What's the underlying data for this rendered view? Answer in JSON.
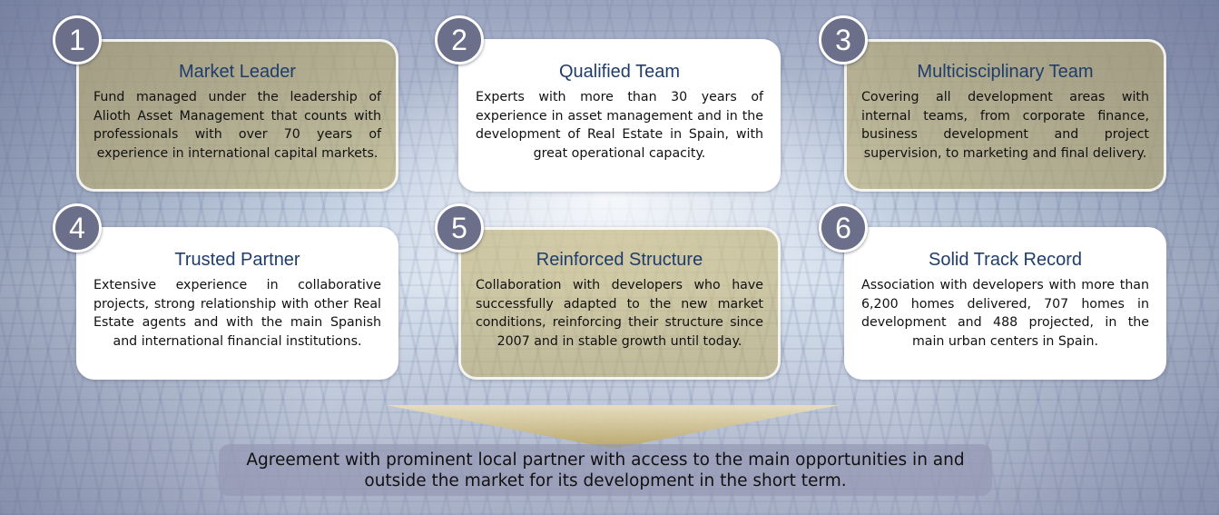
{
  "cards": [
    {
      "num": "1",
      "title": "Market Leader",
      "body": "Fund managed under the leadership of Alioth Asset Management that counts with professionals with over 70 years of experience in international capital markets."
    },
    {
      "num": "2",
      "title": "Qualified Team",
      "body": "Experts with more than 30 years of experience in asset management and in the development of Real Estate in Spain, with great operational capacity."
    },
    {
      "num": "3",
      "title": "Multicisciplinary Team",
      "body": "Covering all development areas with internal teams, from corporate finance, business development and project supervision, to marketing and final delivery."
    },
    {
      "num": "4",
      "title": "Trusted Partner",
      "body": "Extensive experience in collaborative projects, strong relationship with other Real Estate agents and with the main Spanish and international financial institutions."
    },
    {
      "num": "5",
      "title": "Reinforced Structure",
      "body": "Collaboration with developers who have successfully adapted to the new market conditions, reinforcing their structure since 2007 and in stable growth until today."
    },
    {
      "num": "6",
      "title": "Solid Track Record",
      "body": "Association with developers with more than 6,200 homes delivered, 707 homes in development and 488 projected, in the main urban centers in Spain."
    }
  ],
  "conclusion": "Agreement with prominent local partner with access to the main opportunities in and outside the market for its development in the short term.",
  "colors": {
    "gold_card": "#BEAC64",
    "white_card": "#FFFFFF",
    "badge": "#6B6F8A",
    "title_text": "#1F3D6B",
    "funnel": "#C8B77A"
  }
}
